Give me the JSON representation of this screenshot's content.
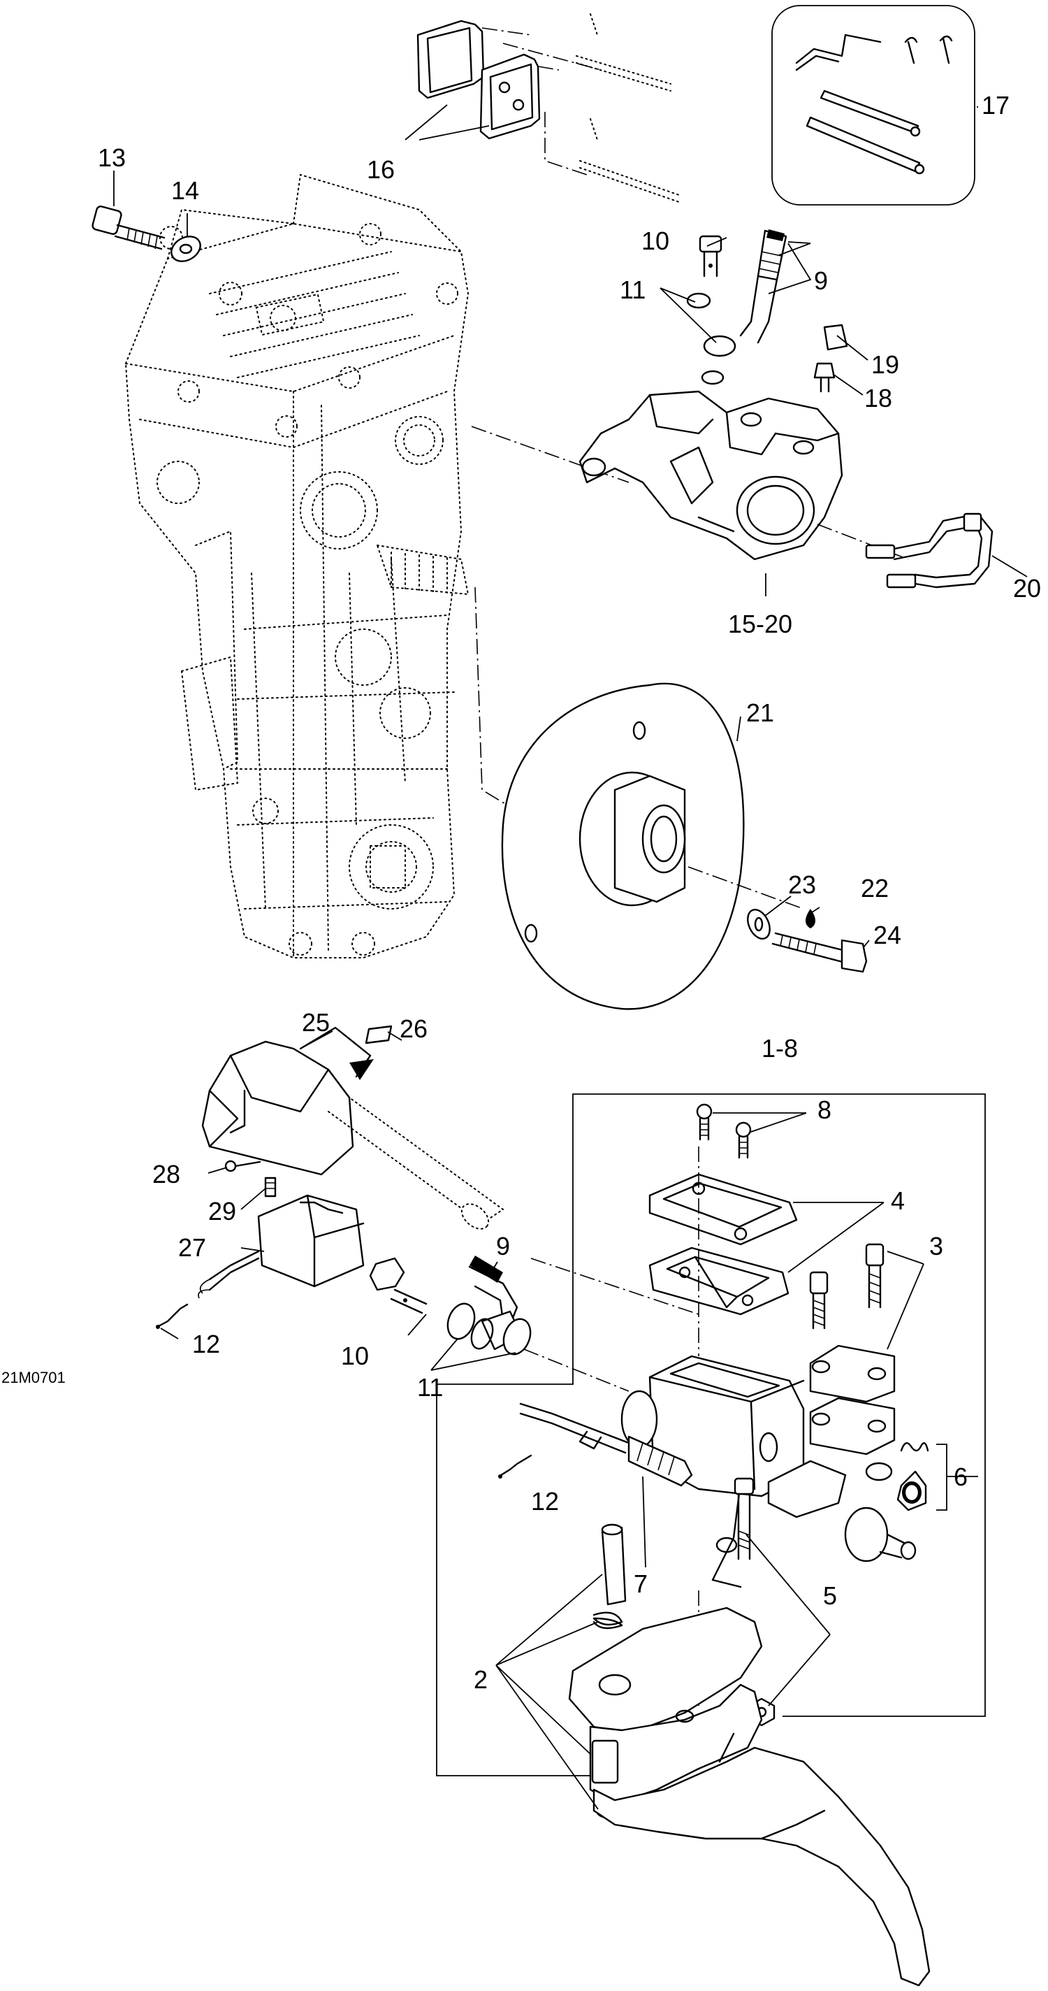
{
  "diagram": {
    "drawing_code": "21M0701",
    "callouts": {
      "c1_8": "1-8",
      "c2": "2",
      "c3": "3",
      "c4": "4",
      "c5": "5",
      "c6": "6",
      "c7": "7",
      "c8": "8",
      "c9_top": "9",
      "c9_bottom": "9",
      "c10_top": "10",
      "c10_bottom": "10",
      "c11_top": "11",
      "c11_bottom": "11",
      "c12_left": "12",
      "c12_right": "12",
      "c13": "13",
      "c14": "14",
      "c15_20": "15-20",
      "c16": "16",
      "c17": "17",
      "c18": "18",
      "c19": "19",
      "c20": "20",
      "c21": "21",
      "c22": "22",
      "c23": "23",
      "c24": "24",
      "c25": "25",
      "c26": "26",
      "c27": "27",
      "c28": "28",
      "c29": "29"
    }
  }
}
